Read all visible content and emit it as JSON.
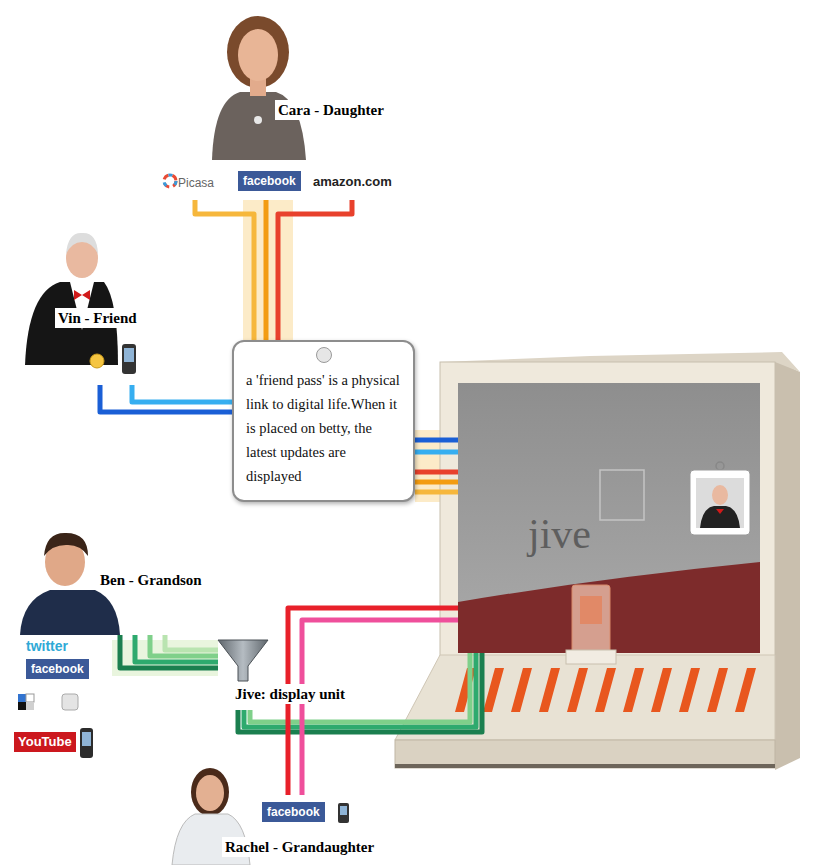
{
  "diagram": {
    "nodes": [
      {
        "text": [
          "Cara - Daughter"
        ]
      },
      {
        "text": [
          "Vin - Friend"
        ]
      },
      {
        "text": [
          "a 'friend pass' is a physical link to digital life.When it is placed on betty, the latest updates are displayed"
        ]
      },
      {
        "text": [
          "jive"
        ]
      },
      {
        "text": [
          "Ben - Grandson"
        ]
      },
      {
        "text": [
          "Jive: display unit"
        ]
      },
      {
        "text": [
          "Rachel - Grandaughter"
        ]
      }
    ],
    "edges": [
      {
        "from": 0,
        "to": 2,
        "arrow": "none"
      },
      {
        "from": 1,
        "to": 2,
        "arrow": "none"
      },
      {
        "from": 2,
        "to": 3,
        "arrow": "none"
      },
      {
        "from": 4,
        "to": 5,
        "arrow": "none"
      },
      {
        "from": 5,
        "to": 3,
        "arrow": "none"
      },
      {
        "from": 6,
        "to": 3,
        "arrow": "none"
      }
    ],
    "labels": [
      "Picasa",
      "facebook",
      "amazon.com",
      "twitter",
      "facebook",
      "YouTube",
      "facebook"
    ]
  }
}
